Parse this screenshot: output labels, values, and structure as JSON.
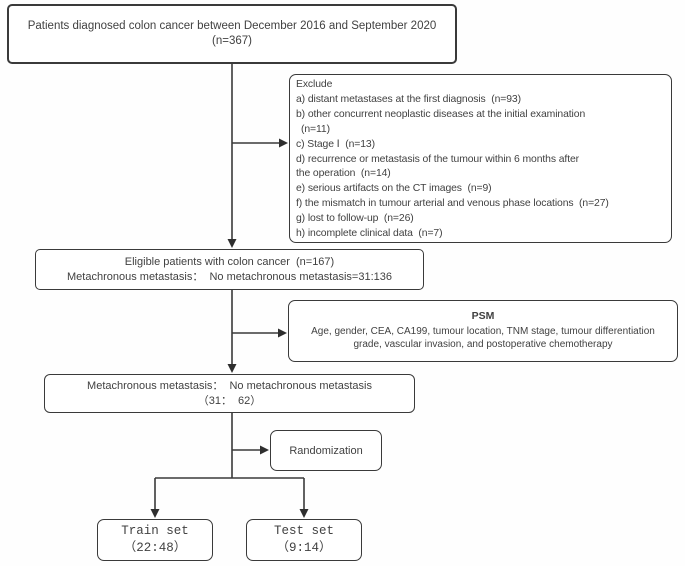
{
  "figure": {
    "colors": {
      "line": "#3a3a3a",
      "arrow": "#2e2e2e",
      "text": "#414141",
      "background": "#ffffff"
    },
    "boxes": {
      "initial": {
        "line1": "Patients diagnosed colon cancer between December 2016 and September 2020",
        "line2": "(n=367)"
      },
      "exclude": {
        "title": "Exclude",
        "lines": [
          "a) distant metastases at the first diagnosis  (n=93)",
          "b) other concurrent neoplastic diseases at the initial examination",
          "(n=11)",
          "c) Stage Ⅰ  (n=13)",
          "d) recurrence or metastasis of the tumour within 6 months after",
          "the operation  (n=14)",
          "e) serious artifacts on the CT images  (n=9)",
          "f) the mismatch in tumour arterial and venous phase locations  (n=27)",
          "g) lost to follow-up  (n=26)",
          "h) incomplete clinical data  (n=7)"
        ]
      },
      "eligible": {
        "line1": "Eligible patients with colon cancer  (n=167)",
        "line2": "Metachronous metastasis：  No metachronous metastasis=31:136"
      },
      "psm": {
        "title": "PSM",
        "line1": "Age, gender, CEA, CA199, tumour location, TNM stage, tumour differentiation",
        "line2": "grade, vascular invasion, and postoperative chemotherapy"
      },
      "matched": {
        "line1": "Metachronous metastasis：  No metachronous metastasis",
        "line2": "（31：  62）"
      },
      "randomization": {
        "label": "Randomization"
      },
      "train": {
        "line1": "Train set",
        "line2": "（22:48）"
      },
      "test": {
        "line1": "Test set",
        "line2": "（9:14）"
      }
    }
  }
}
